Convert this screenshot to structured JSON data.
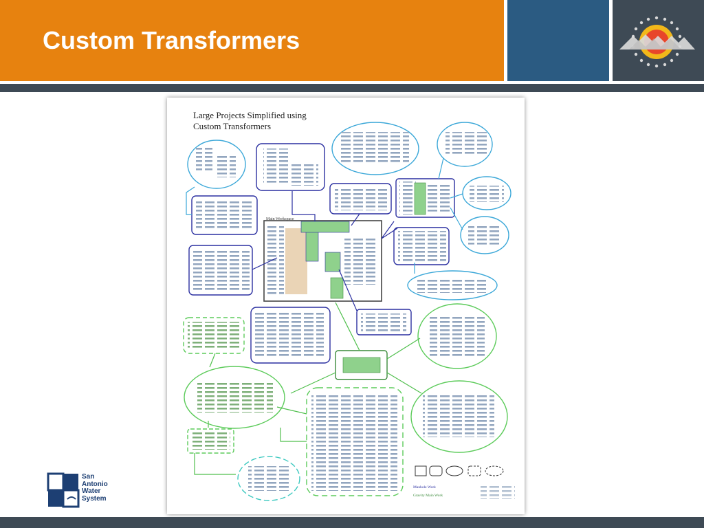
{
  "slide": {
    "title": "Custom Transformers",
    "colors": {
      "orange": "#e7820f",
      "blue": "#2b5b82",
      "dark": "#3e4a55"
    }
  },
  "poster": {
    "title_line1": "Large Projects Simplified using",
    "title_line2": "Custom Transformers",
    "main_workspace_label": "Main Workspace",
    "legend_manhole": "Manhole Work",
    "legend_gravity": "Gravity Main Work"
  },
  "logos": {
    "fme": "fme-logo",
    "saws_line1": "San",
    "saws_line2": "Antonio",
    "saws_line3": "Water",
    "saws_line4": "System"
  }
}
